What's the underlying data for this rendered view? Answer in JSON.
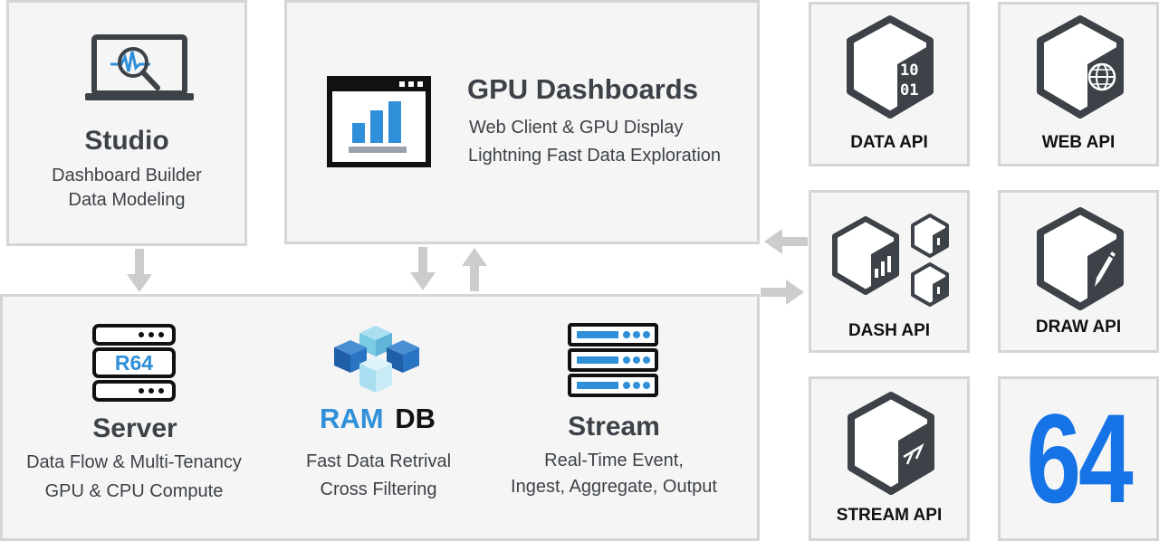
{
  "studio": {
    "title": "Studio",
    "line1": "Dashboard Builder",
    "line2": "Data Modeling"
  },
  "gpu": {
    "title": "GPU Dashboards",
    "line1": "Web Client & GPU Display",
    "line2": "Lightning Fast Data Exploration"
  },
  "server": {
    "badge": "R64",
    "title": "Server",
    "line1": "Data Flow & Multi-Tenancy",
    "line2": "GPU & CPU Compute"
  },
  "ramdb": {
    "title_ram": "RAM",
    "title_db": "DB",
    "line1": "Fast Data Retrival",
    "line2": "Cross Filtering"
  },
  "stream": {
    "title": "Stream",
    "line1": "Real-Time Event,",
    "line2": "Ingest, Aggregate, Output"
  },
  "apis": {
    "data": {
      "label": "DATA API",
      "glyph1": "10",
      "glyph2": "01"
    },
    "web": {
      "label": "WEB API"
    },
    "dash": {
      "label": "DASH API"
    },
    "draw": {
      "label": "DRAW API"
    },
    "stream": {
      "label": "STREAM API"
    }
  },
  "brand": {
    "logo_text": "64"
  },
  "colors": {
    "accent_blue": "#2f8fd8",
    "logo_blue": "#1573e6",
    "icon_dark": "#3d4248",
    "box_fill": "#f5f5f5",
    "box_border": "#d5d5d5",
    "arrow_gray": "#cccccc"
  }
}
